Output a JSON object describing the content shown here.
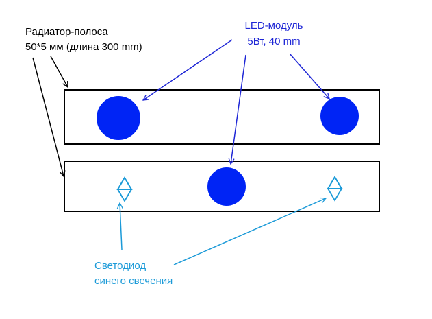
{
  "labels": {
    "radiator_line1": "Радиатор-полоса",
    "radiator_line2": "50*5 мм  (длина 300 mm)",
    "led_line1": "LED-модуль",
    "led_line2": "5Вт, 40 mm",
    "diode_line1": "Светодиод",
    "diode_line2": "синего свечения"
  },
  "colors": {
    "led_fill": "#0024f5",
    "star_stroke": "#1b9ad8",
    "blue_arrow": "#1f27d6",
    "cyan_arrow": "#1b9ad8",
    "black": "#000000"
  }
}
